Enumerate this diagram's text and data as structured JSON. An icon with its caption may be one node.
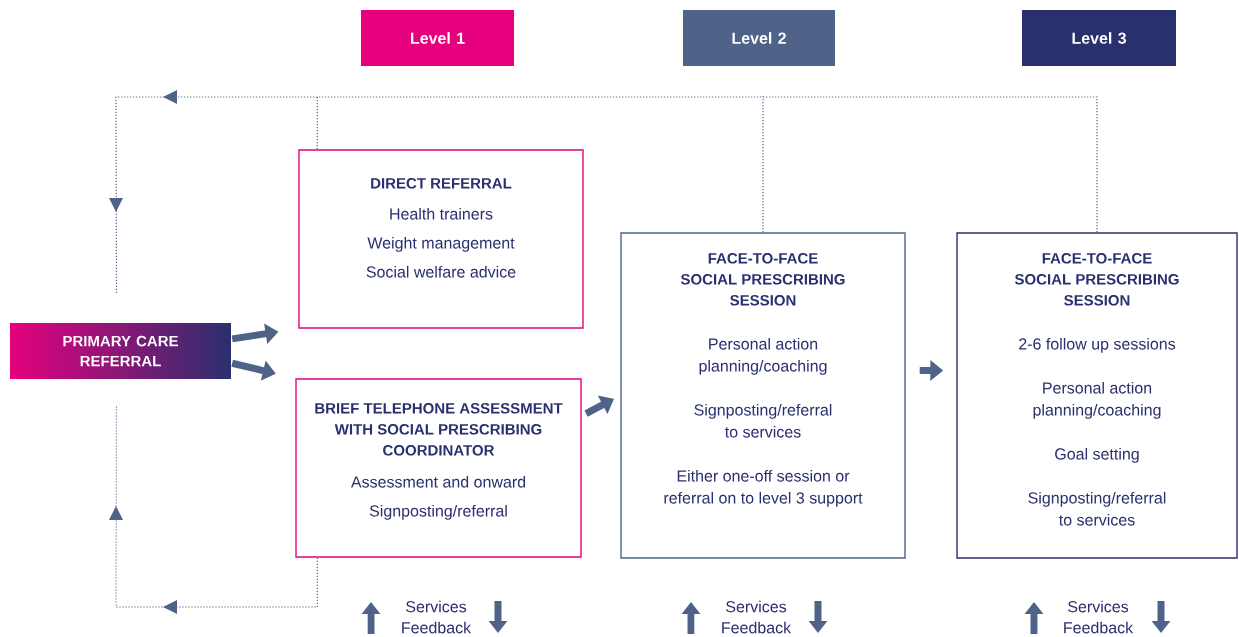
{
  "diagram": {
    "nodes": [
      {
        "text": [
          "Level 1"
        ]
      },
      {
        "text": [
          "Level 2"
        ]
      },
      {
        "text": [
          "Level 3"
        ]
      },
      {
        "text": [
          "PRIMARY CARE REFERRAL"
        ]
      },
      {
        "text": [
          "DIRECT REFERRAL",
          "Health trainers",
          "Weight management",
          "Social welfare advice"
        ]
      },
      {
        "text": [
          "BRIEF TELEPHONE ASSESSMENT WITH SOCIAL PRESCRIBING COORDINATOR",
          "Assessment and onward",
          "Signposting/referral"
        ]
      },
      {
        "text": [
          "FACE-TO-FACE SOCIAL PRESCRIBING SESSION",
          "Personal action planning/coaching",
          "Signposting/referral to services",
          "Either one-off session or referral on to level 3 support"
        ]
      },
      {
        "text": [
          "FACE-TO-FACE SOCIAL PRESCRIBING SESSION",
          "2-6 follow up sessions",
          "Personal action planning/coaching",
          "Goal setting",
          "Signposting/referral to services"
        ]
      }
    ],
    "edges": [
      {
        "from": 3,
        "to": 4,
        "arrow": "to",
        "style": "thick"
      },
      {
        "from": 3,
        "to": 5,
        "arrow": "to",
        "style": "thick"
      },
      {
        "from": 5,
        "to": 6,
        "arrow": "to",
        "style": "thick"
      },
      {
        "from": 6,
        "to": 7,
        "arrow": "to",
        "style": "thick"
      },
      {
        "from": 4,
        "to": 3,
        "arrow": "to",
        "style": "dashed"
      },
      {
        "from": 6,
        "to": 3,
        "arrow": "to",
        "style": "dashed"
      },
      {
        "from": 7,
        "to": 3,
        "arrow": "to",
        "style": "dashed"
      },
      {
        "from": 5,
        "to": 3,
        "arrow": "to",
        "style": "dashed"
      }
    ],
    "labels": [
      "Services Feedback",
      "Services Feedback",
      "Services Feedback"
    ]
  }
}
